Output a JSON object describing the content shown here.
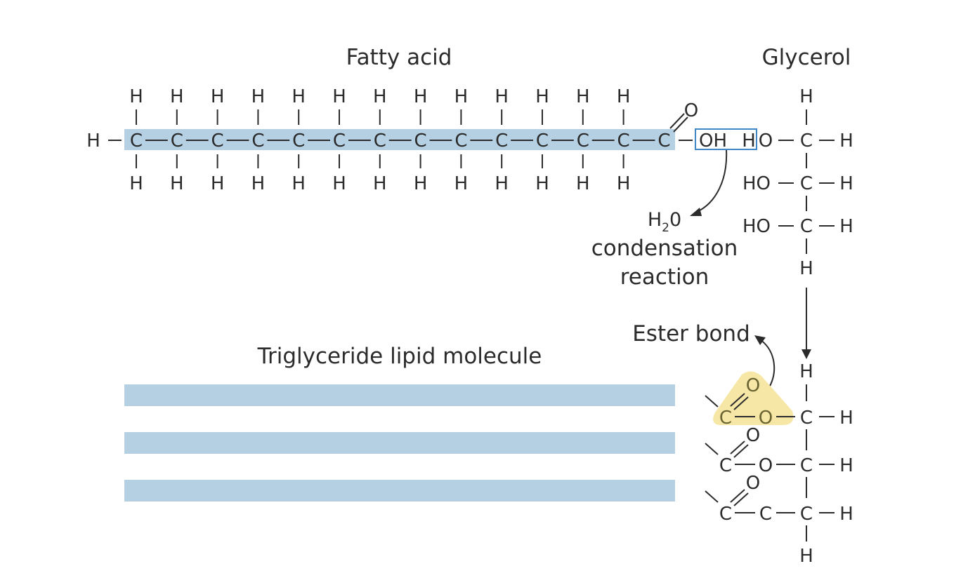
{
  "labels": {
    "fatty_acid": "Fatty acid",
    "glycerol": "Glycerol",
    "water": "H",
    "water_sub": "2",
    "water_tail": "0",
    "condensation_line1": "condensation",
    "condensation_line2": "reaction",
    "ester_bond": "Ester bond",
    "triglyceride": "Triglyceride lipid molecule"
  },
  "atoms": {
    "carbon": "C",
    "hydrogen": "H",
    "oxygen": "O",
    "hydroxyl": "OH",
    "ho": "HO"
  },
  "fatty_acid": {
    "chain_carbon_count": 14
  },
  "triglyceride": {
    "fatty_acid_chains": 3
  },
  "colors": {
    "chain_highlight": "#b5d0e3",
    "oh_box": "#3f86c6",
    "ester_highlight": "#f6e7a6",
    "ink": "#2b2b2b"
  }
}
